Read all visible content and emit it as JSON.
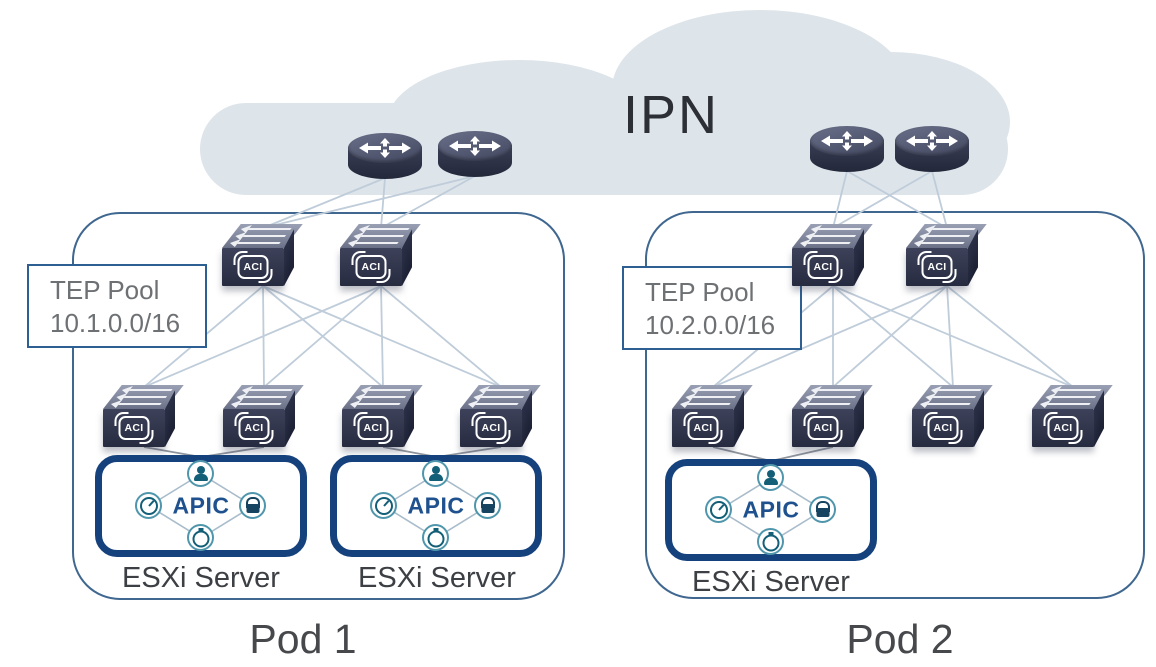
{
  "cloud": {
    "label": "IPN"
  },
  "labels": {
    "aci": "ACI"
  },
  "pods": [
    {
      "name": "Pod 1",
      "tep_pool": {
        "line1": "TEP Pool",
        "line2": "10.1.0.0/16"
      },
      "spine_count": 2,
      "leaf_count": 4,
      "apics": [
        {
          "label": "APIC",
          "server_label": "ESXi Server"
        },
        {
          "label": "APIC",
          "server_label": "ESXi Server"
        }
      ]
    },
    {
      "name": "Pod 2",
      "tep_pool": {
        "line1": "TEP Pool",
        "line2": "10.2.0.0/16"
      },
      "spine_count": 2,
      "leaf_count": 4,
      "apics": [
        {
          "label": "APIC",
          "server_label": "ESXi Server"
        }
      ]
    }
  ],
  "icons": {
    "router": "cisco-router-icon",
    "switch": "aci-switch-icon",
    "apic_top": "user-icon",
    "apic_left": "gauge-icon",
    "apic_right": "lock-icon",
    "apic_bottom": "stopwatch-icon"
  },
  "colors": {
    "cloud": "#dde4ea",
    "pod_border": "#3f678f",
    "link": "#bfccd9",
    "link_dark": "#8f959e",
    "tep_border": "#2d5f92",
    "apic_border": "#15417c",
    "apic_text": "#1f518f"
  }
}
